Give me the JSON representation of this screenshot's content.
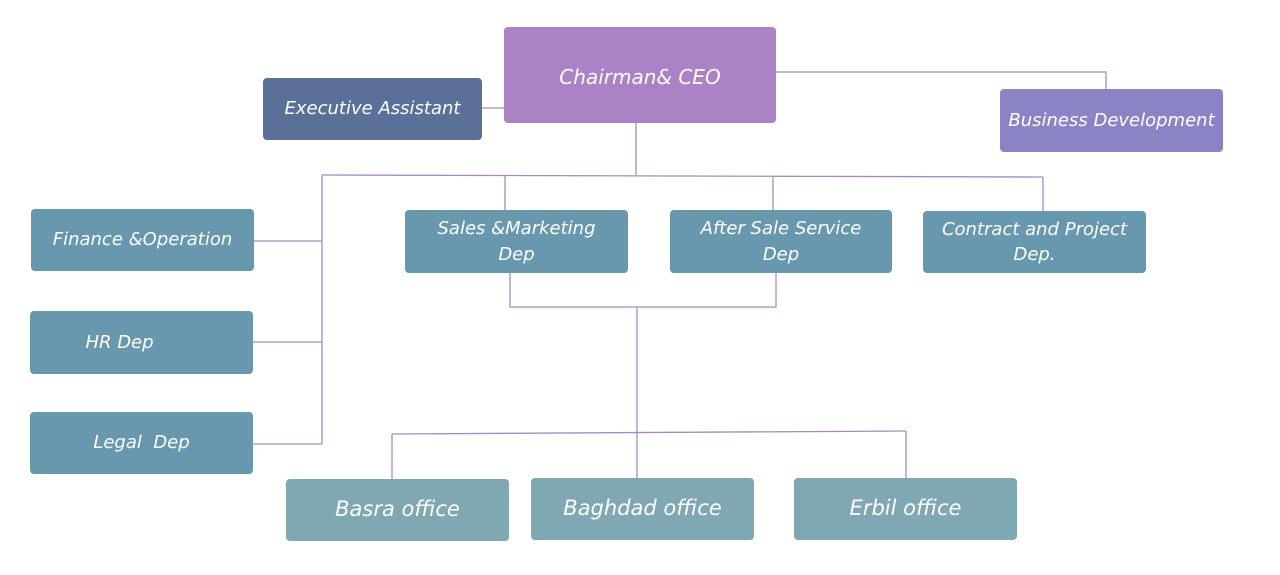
{
  "colors": {
    "ceo": "#ab82c5",
    "executive": "#5a7099",
    "business": "#8a84c6",
    "department": "#6898ae",
    "office": "#7fa8b2",
    "connector": "#a48cbf"
  },
  "nodes": {
    "ceo": "Chairman& CEO",
    "executive_assistant": "Executive Assistant",
    "business_development": "Business Development",
    "finance": "Finance &Operation",
    "hr": "HR Dep",
    "legal": "Legal  Dep",
    "sales": "Sales &Marketing Dep",
    "after_sale": "After Sale Service Dep",
    "contract": "Contract and Project Dep.",
    "basra": "Basra office",
    "baghdad": "Baghdad office",
    "erbil": "Erbil office"
  }
}
